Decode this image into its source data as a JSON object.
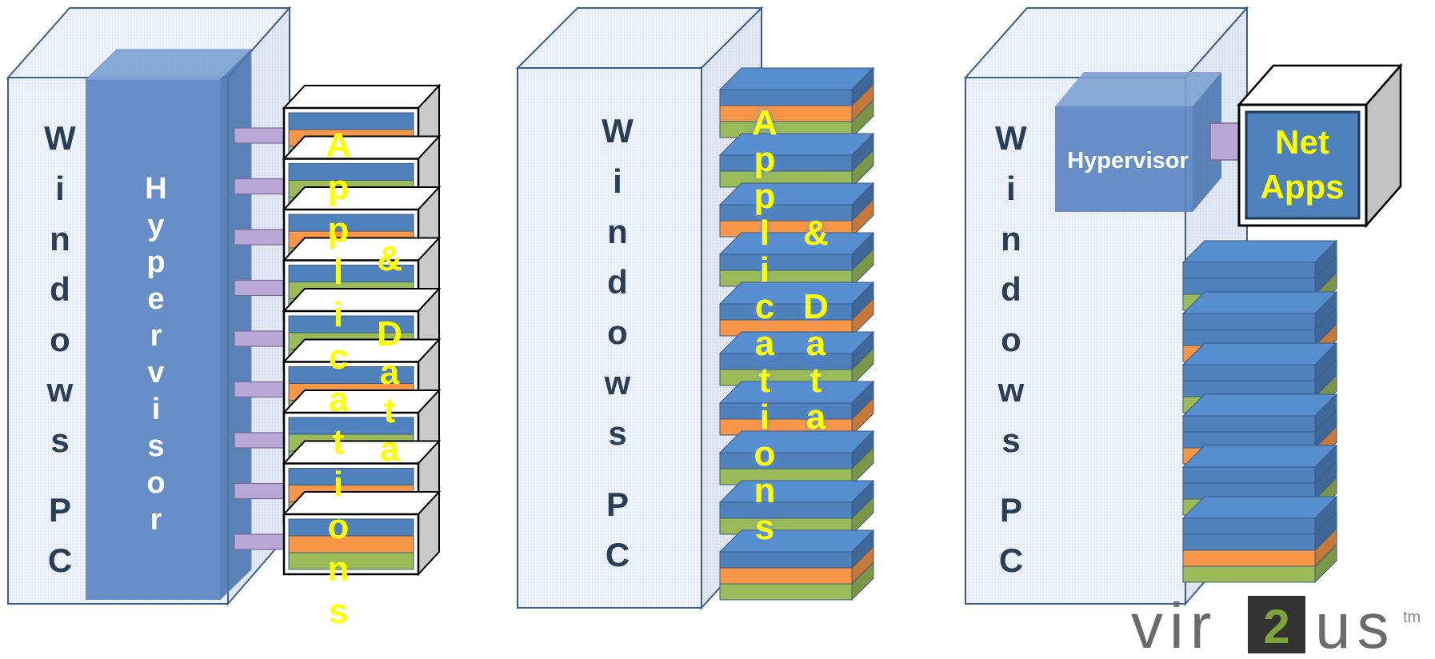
{
  "pc_label": [
    "W",
    "i",
    "n",
    "d",
    "o",
    "w",
    "s",
    "P",
    "C"
  ],
  "hypervisor_vertical": [
    "H",
    "y",
    "p",
    "e",
    "r",
    "v",
    "i",
    "s",
    "o",
    "r"
  ],
  "applications_letters": [
    "A",
    "p",
    "p",
    "l",
    "i",
    "c",
    "a",
    "t",
    "i",
    "o",
    "n",
    "s"
  ],
  "amp": "&",
  "data_letters": [
    "D",
    "a",
    "t",
    "a"
  ],
  "hypervisor_word": "Hypervisor",
  "net_apps": [
    "Net",
    "Apps"
  ],
  "logo": {
    "left": "vir",
    "two": "2",
    "right": "us",
    "tm": "tm"
  },
  "colors": {
    "pc_face": "#e8eef7",
    "pc_border": "#3a5f8a",
    "hypervisor": "#5b86c2",
    "layer_blue": "#4f81bd",
    "layer_orange": "#f79646",
    "layer_green": "#9bbb59",
    "label_yellow": "#ffff00",
    "pc_text": "#2a3f55",
    "connector": "#b9a7d6"
  }
}
